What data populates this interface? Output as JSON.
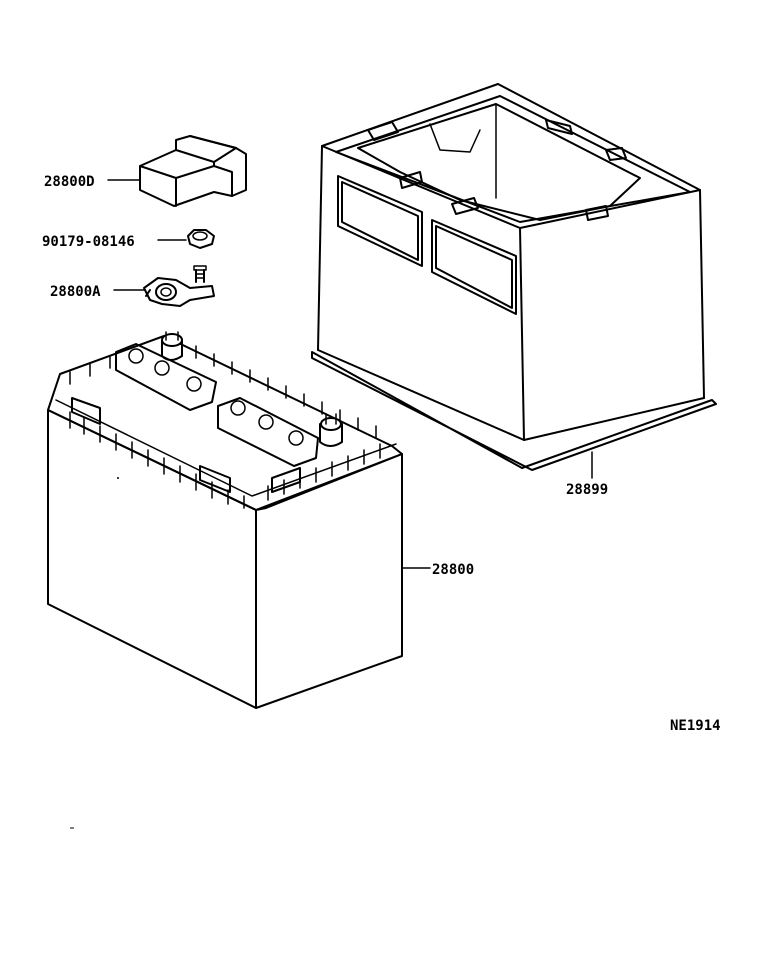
{
  "diagram": {
    "labels": {
      "cover": "28800D",
      "nut": "90179-08146",
      "terminal": "28800A",
      "tray": "28899",
      "battery": "28800",
      "figure_code": "NE1914"
    }
  }
}
